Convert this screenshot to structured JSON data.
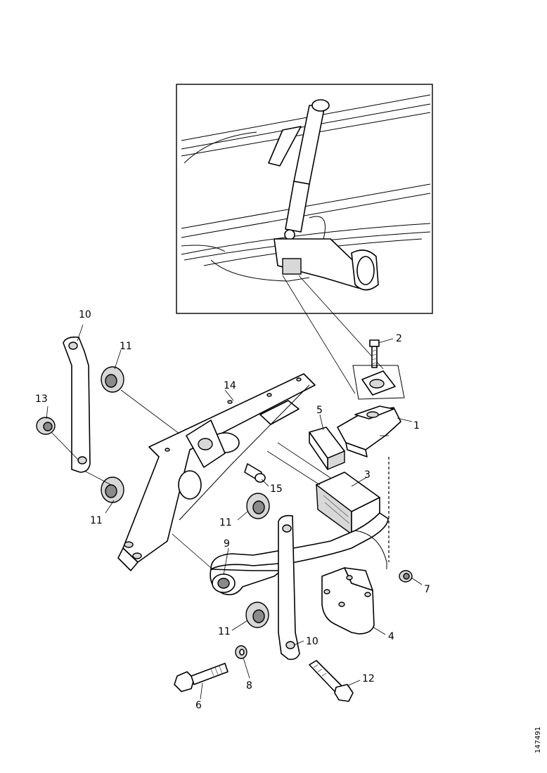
{
  "callouts": {
    "c1": "1",
    "c2": "2",
    "c3": "3",
    "c4": "4",
    "c5": "5",
    "c6": "6",
    "c7": "7",
    "c8": "8",
    "c9": "9",
    "c10a": "10",
    "c10b": "10",
    "c11a": "11",
    "c11b": "11",
    "c11c": "11",
    "c11d": "11",
    "c12": "12",
    "c13": "13",
    "c14": "14",
    "c15": "15"
  },
  "reference": "147491"
}
